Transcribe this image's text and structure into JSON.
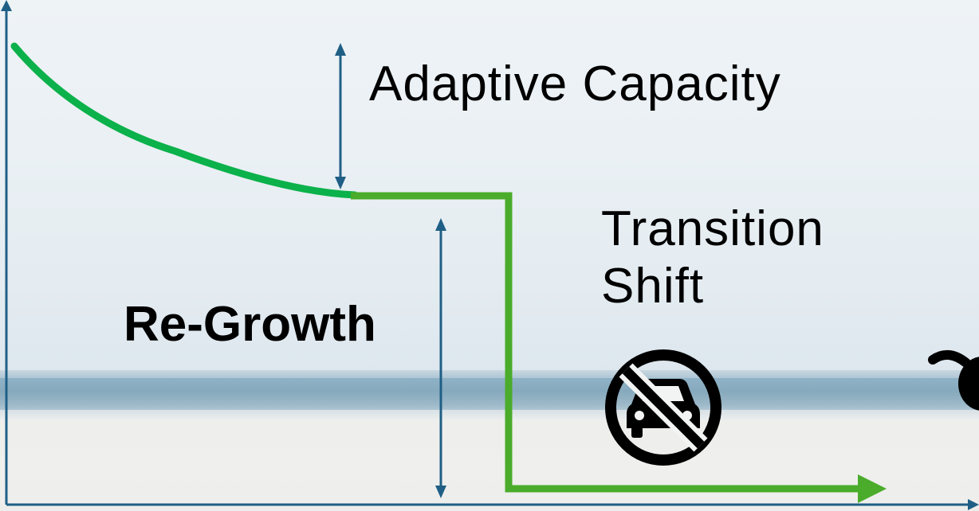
{
  "labels": {
    "adaptive_capacity": "Adaptive Capacity",
    "transition_line1": "Transition",
    "transition_line2": "Shift",
    "regrowth": "Re-Growth"
  },
  "icons": {
    "no_car": "no-car-icon",
    "partial_shape": "dark-shape-icon"
  },
  "colors": {
    "curve": "#0bb14a",
    "step_line": "#4aac2a",
    "axis": "#1f5f86",
    "text": "#000000"
  }
}
